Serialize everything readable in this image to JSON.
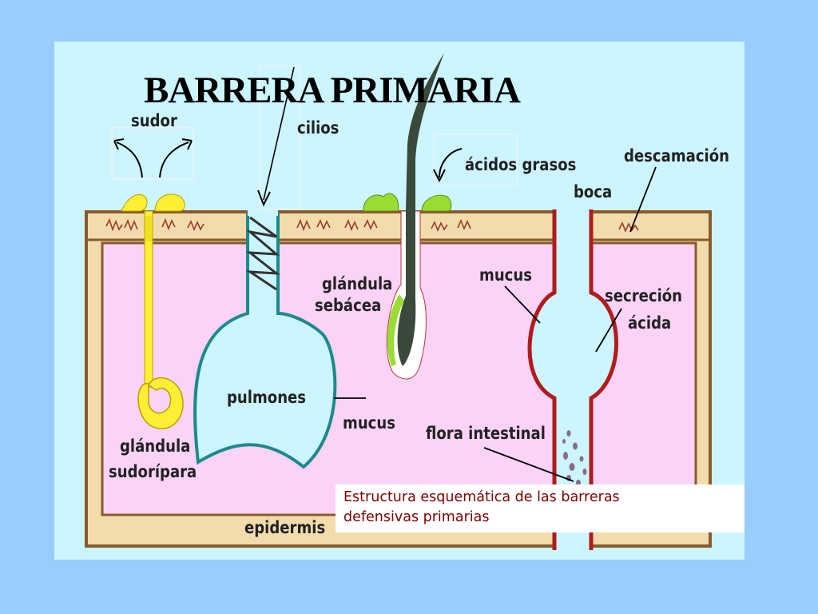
{
  "title": "BARRERA PRIMARIA",
  "labels": {
    "sudor": "sudor",
    "cilios": "cilios",
    "acidos_grasos": "ácidos grasos",
    "descamacion": "descamación",
    "boca": "boca",
    "glandula_sebacea_1": "glándula",
    "glandula_sebacea_2": "sebácea",
    "mucus_top": "mucus",
    "secrecion_1": "secreción",
    "secrecion_2": "ácida",
    "pulmones": "pulmones",
    "mucus_bottom": "mucus",
    "flora": "flora intestinal",
    "glandula_sudoripara_1": "glándula",
    "glandula_sudoripara_2": "sudorípara",
    "epidermis": "epidermis"
  },
  "caption": {
    "line1": "Estructura esquemática de las barreras",
    "line2": "defensivas primarias"
  },
  "colors": {
    "slide_background": "#99ccff",
    "panel_background": "#ccf5ff",
    "skin_tan": "#f2dcae",
    "skin_border": "#8b5a2b",
    "tissue_pink": "#fbd3f7",
    "gland_yellow": "#ffee33",
    "lung_teal": "#1d8a8a",
    "gut_red": "#b01c1c",
    "sebum_green": "#99dd33",
    "caption_text": "#800000"
  }
}
